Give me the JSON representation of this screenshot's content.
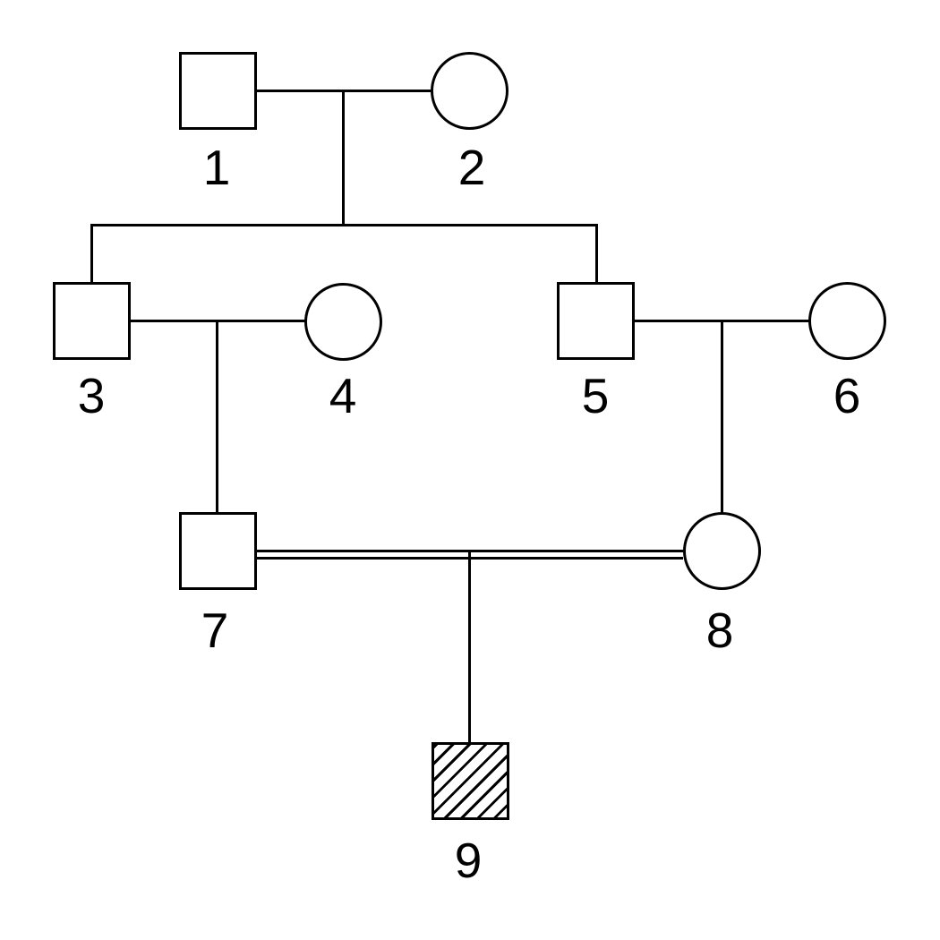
{
  "diagram": {
    "type": "pedigree-chart",
    "generations": 4,
    "colors": {
      "foreground": "#000000",
      "background": "#ffffff"
    },
    "individuals": [
      {
        "label": "1",
        "sex": "male",
        "symbol": "square",
        "affected": false,
        "generation": 1
      },
      {
        "label": "2",
        "sex": "female",
        "symbol": "circle",
        "affected": false,
        "generation": 1
      },
      {
        "label": "3",
        "sex": "male",
        "symbol": "square",
        "affected": false,
        "generation": 2
      },
      {
        "label": "4",
        "sex": "female",
        "symbol": "circle",
        "affected": false,
        "generation": 2
      },
      {
        "label": "5",
        "sex": "male",
        "symbol": "square",
        "affected": false,
        "generation": 2
      },
      {
        "label": "6",
        "sex": "female",
        "symbol": "circle",
        "affected": false,
        "generation": 2
      },
      {
        "label": "7",
        "sex": "male",
        "symbol": "square",
        "affected": false,
        "generation": 3
      },
      {
        "label": "8",
        "sex": "female",
        "symbol": "circle",
        "affected": false,
        "generation": 3
      },
      {
        "label": "9",
        "sex": "male",
        "symbol": "square-hatched",
        "affected": true,
        "generation": 4
      }
    ],
    "unions": [
      {
        "partners": [
          "1",
          "2"
        ],
        "line": "single",
        "children": [
          "3",
          "5"
        ]
      },
      {
        "partners": [
          "3",
          "4"
        ],
        "line": "single",
        "children": [
          "7"
        ]
      },
      {
        "partners": [
          "5",
          "6"
        ],
        "line": "single",
        "children": [
          "8"
        ]
      },
      {
        "partners": [
          "7",
          "8"
        ],
        "line": "double-consanguineous",
        "children": [
          "9"
        ]
      }
    ]
  }
}
